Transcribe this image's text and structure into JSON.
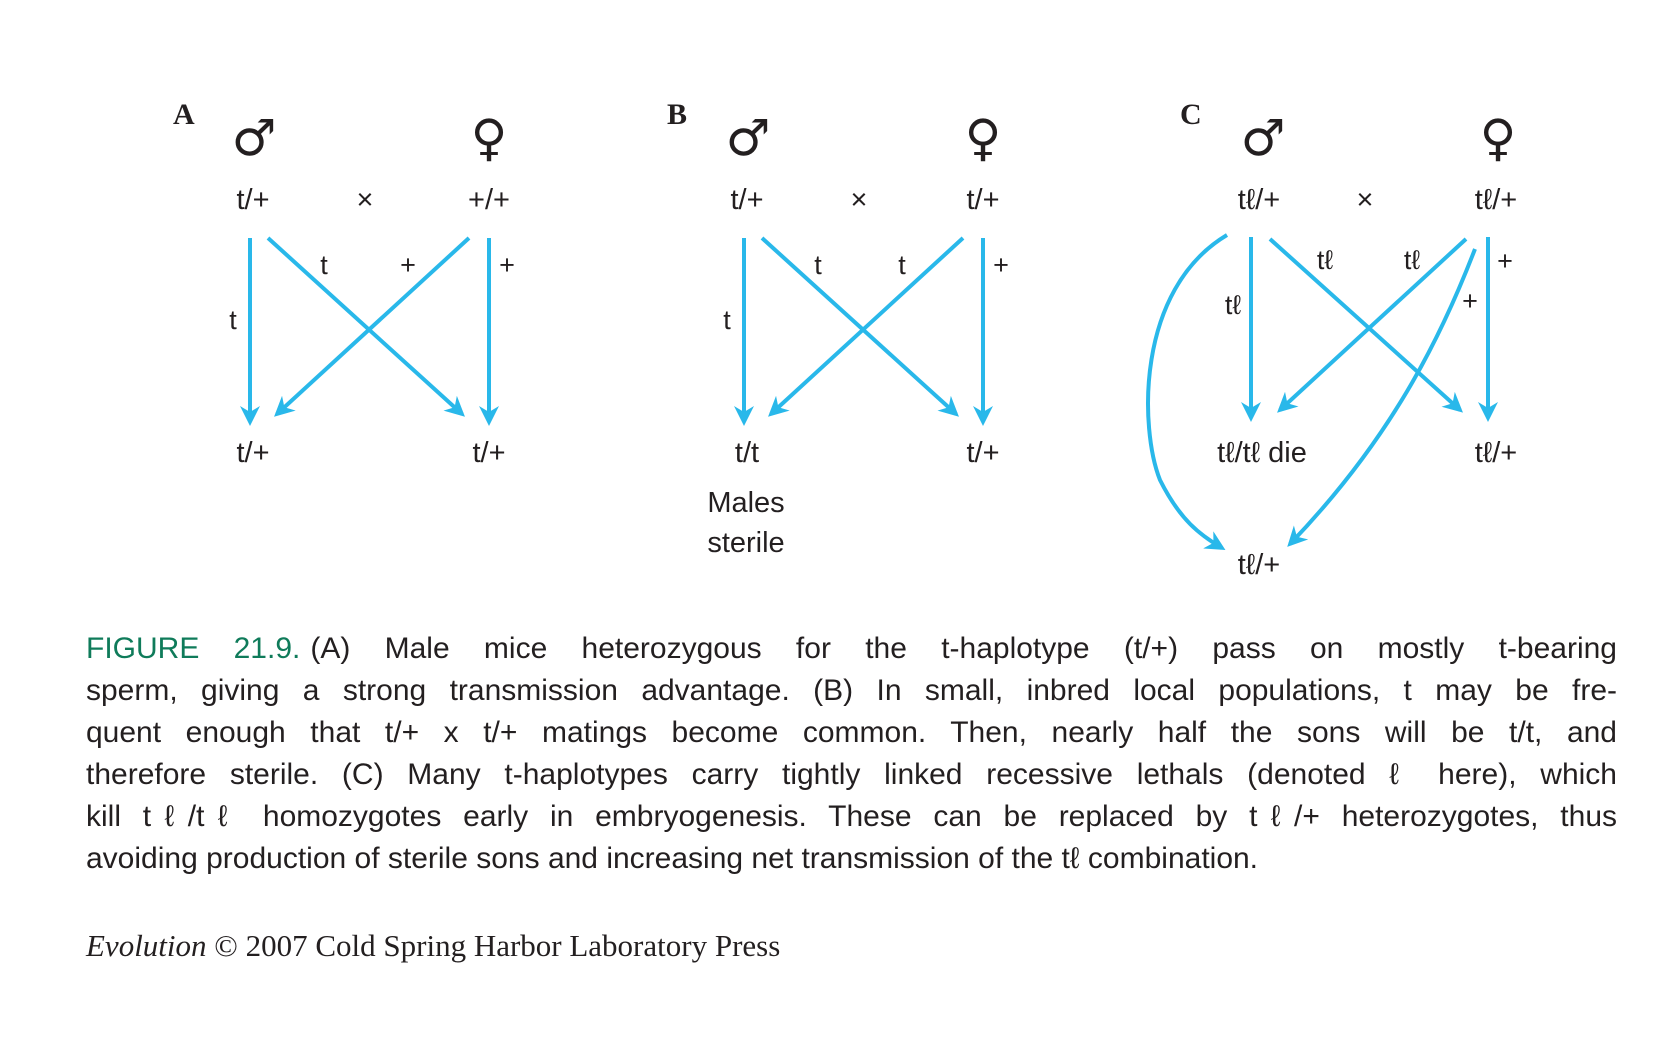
{
  "symbols": {
    "male": "♂",
    "female": "♀",
    "cross": "×"
  },
  "colors": {
    "arrow": "#29b8ea",
    "caption_head": "#0f7b5a"
  },
  "panels": [
    {
      "label": "A",
      "male_genotype": "t/+",
      "female_genotype": "+/+",
      "arrow_labels": {
        "male_straight": "t",
        "male_cross": "t",
        "female_cross": "+",
        "female_straight": "+"
      },
      "offspring": [
        "t/+",
        "t/+"
      ]
    },
    {
      "label": "B",
      "male_genotype": "t/+",
      "female_genotype": "t/+",
      "arrow_labels": {
        "male_straight": "t",
        "male_cross": "t",
        "female_cross": "t",
        "female_straight": "+"
      },
      "offspring": [
        "t/t",
        "t/+"
      ],
      "note": [
        "Males",
        "sterile"
      ]
    },
    {
      "label": "C",
      "male_genotype": "tℓ/+",
      "female_genotype": "tℓ/+",
      "arrow_labels": {
        "male_straight": "tℓ",
        "male_cross": "tℓ",
        "female_cross": "tℓ",
        "female_curve": "+",
        "female_straight": "+"
      },
      "offspring": [
        "tℓ/tℓ die",
        "tℓ/+",
        "tℓ/+"
      ]
    }
  ],
  "caption": {
    "head": "FIGURE 21.9.",
    "lines": [
      "(A) Male mice heterozygous for the t-haplotype (t/+) pass on mostly t-bearing",
      "sperm, giving a strong transmission advantage. (B) In small, inbred local populations, t may be fre-",
      "quent enough that t/+ x t/+ matings become common. Then, nearly half the sons will be t/t, and",
      "therefore sterile. (C) Many t-haplotypes carry tightly linked recessive lethals (denoted ℓ here), which",
      "kill tℓ/tℓ homozygotes early in embryogenesis. These can be replaced by tℓ/+ heterozygotes, thus",
      "avoiding production of sterile sons and increasing net transmission of the tℓ combination."
    ]
  },
  "credit": {
    "book": "Evolution",
    "rest": "© 2007 Cold Spring Harbor Laboratory Press"
  }
}
